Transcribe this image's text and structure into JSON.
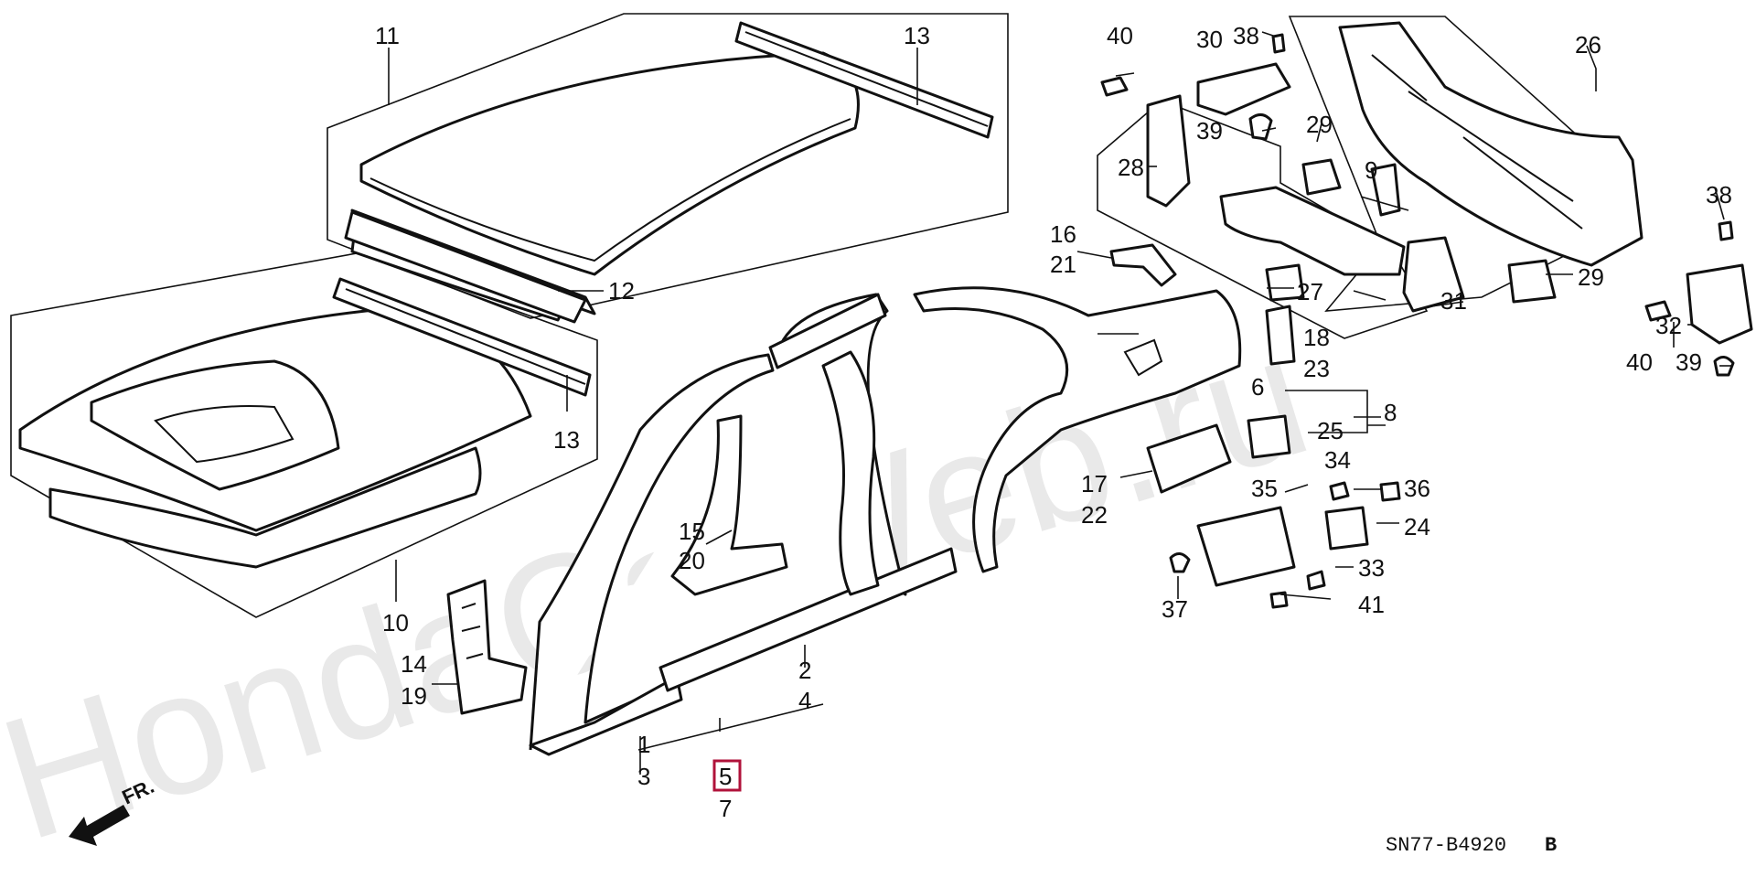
{
  "watermark": "HondaCarWeb.ru",
  "diagram_code": "SN77-B4920",
  "diagram_code_suffix": "B",
  "direction_label": "FR.",
  "highlighted_part": "5",
  "callouts": {
    "c1": "1",
    "c2": "2",
    "c3": "3",
    "c4": "4",
    "c5": "5",
    "c6": "6",
    "c7": "7",
    "c8": "8",
    "c9": "9",
    "c10": "10",
    "c11": "11",
    "c12": "12",
    "c13a": "13",
    "c13b": "13",
    "c14": "14",
    "c15": "15",
    "c16": "16",
    "c17": "17",
    "c18": "18",
    "c19": "19",
    "c20": "20",
    "c21": "21",
    "c22": "22",
    "c23": "23",
    "c24": "24",
    "c25": "25",
    "c26": "26",
    "c27": "27",
    "c28": "28",
    "c29a": "29",
    "c29b": "29",
    "c30": "30",
    "c31": "31",
    "c32": "32",
    "c33": "33",
    "c34": "34",
    "c35": "35",
    "c36": "36",
    "c37": "37",
    "c38a": "38",
    "c38b": "38",
    "c39a": "39",
    "c39b": "39",
    "c40a": "40",
    "c40b": "40",
    "c41": "41"
  }
}
